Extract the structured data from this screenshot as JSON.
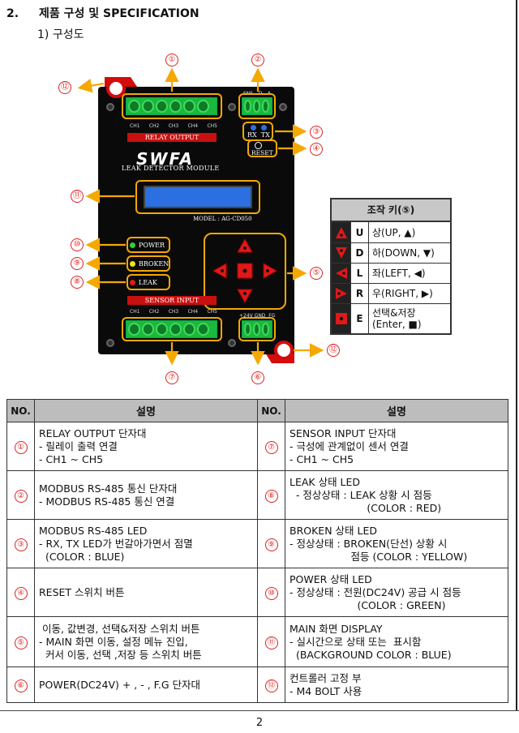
{
  "section": {
    "number": "2.",
    "title": "제품 구성 및 SPECIFICATION"
  },
  "subsection": "1) 구성도",
  "markers": {
    "m1": "①",
    "m2": "②",
    "m3": "③",
    "m4": "④",
    "m5": "⑤",
    "m6": "⑥",
    "m7": "⑦",
    "m8": "⑧",
    "m9": "⑨",
    "m10": "⑩",
    "m11": "⑪",
    "m12": "⑫"
  },
  "device": {
    "relay_output_label": "RELAY OUTPUT",
    "relay_channels": [
      "CH1",
      "CH2",
      "CH3",
      "CH4",
      "CH5"
    ],
    "comm_pins": [
      "SNS",
      "D",
      "A"
    ],
    "rx_tx_label": "RX  TX",
    "reset_label": "RESET",
    "logo": "SWFA",
    "module_name": "LEAK DETECTOR MODULE",
    "model": "MODEL : AG-CD050",
    "led_power": "POWER",
    "led_broken": "BROKEN",
    "led_leak": "LEAK",
    "sensor_input_label": "SENSOR INPUT",
    "sensor_channels": [
      "CH1",
      "CH2",
      "CH3",
      "CH4",
      "CH5"
    ],
    "power_pins": "+24V GND  FG",
    "colors": {
      "led_green": "#2fd12f",
      "led_yellow": "#f2e21a",
      "led_red": "#e01b1b",
      "lcd": "#2b6fe0",
      "accent": "#f5a800",
      "marker": "#dd2222"
    }
  },
  "keys": {
    "title": "조작 키(⑤)",
    "rows": [
      {
        "icon": "up-icon",
        "letter": "U",
        "desc": "상(UP, ▲)"
      },
      {
        "icon": "down-icon",
        "letter": "D",
        "desc": "하(DOWN, ▼)"
      },
      {
        "icon": "left-icon",
        "letter": "L",
        "desc": "좌(LEFT, ◀)"
      },
      {
        "icon": "right-icon",
        "letter": "R",
        "desc": "우(RIGHT, ▶)"
      },
      {
        "icon": "enter-icon",
        "letter": "E",
        "desc1": "선택&저장",
        "desc2": "(Enter, ■)"
      }
    ]
  },
  "table": {
    "headers": {
      "no": "NO.",
      "desc": "설명"
    },
    "rows": [
      {
        "l_no": "①",
        "l": [
          "RELAY OUTPUT 단자대",
          "- 릴레이 출력 연결",
          "- CH1 ~ CH5"
        ],
        "r_no": "⑦",
        "r": [
          "SENSOR INPUT 단자대",
          "- 극성에 관계없이 센서 연결",
          "- CH1 ~ CH5"
        ]
      },
      {
        "l_no": "②",
        "l": [
          "MODBUS RS-485 통신 단자대",
          "- MODBUS RS-485 통신 연결"
        ],
        "r_no": "⑧",
        "r": [
          "LEAK 상태 LED",
          "  - 정상상태 : LEAK 상황 시 점등",
          "                        (COLOR : RED)"
        ]
      },
      {
        "l_no": "③",
        "l": [
          "MODBUS RS-485 LED",
          "- RX, TX LED가 번갈아가면서 점멸",
          "  (COLOR : BLUE)"
        ],
        "r_no": "⑨",
        "r": [
          "BROKEN 상태 LED",
          "- 정상상태 : BROKEN(단선) 상황 시",
          "                   점등 (COLOR : YELLOW)"
        ]
      },
      {
        "l_no": "④",
        "l": [
          "RESET 스위치 버튼"
        ],
        "r_no": "⑩",
        "r": [
          "POWER 상태 LED",
          "- 정상상태 : 전원(DC24V) 공급 시 점등",
          "                     (COLOR : GREEN)"
        ]
      },
      {
        "l_no": "⑤",
        "l": [
          " 이동, 값변경, 선택&저장 스위치 버튼",
          "- MAIN 화면 이동, 설정 메뉴 진입,",
          "  커서 이동, 선택 ,저장 등 스위치 버튼"
        ],
        "r_no": "⑪",
        "r": [
          "MAIN 화면 DISPLAY",
          "- 실시간으로 상태 또는  표시함",
          "  (BACKGROUND COLOR : BLUE)"
        ]
      },
      {
        "l_no": "⑥",
        "l": [
          "POWER(DC24V) + , - , F.G 단자대"
        ],
        "r_no": "⑫",
        "r": [
          "컨트롤러 고정 부",
          "- M4 BOLT 사용"
        ]
      }
    ]
  },
  "page_number": "2"
}
